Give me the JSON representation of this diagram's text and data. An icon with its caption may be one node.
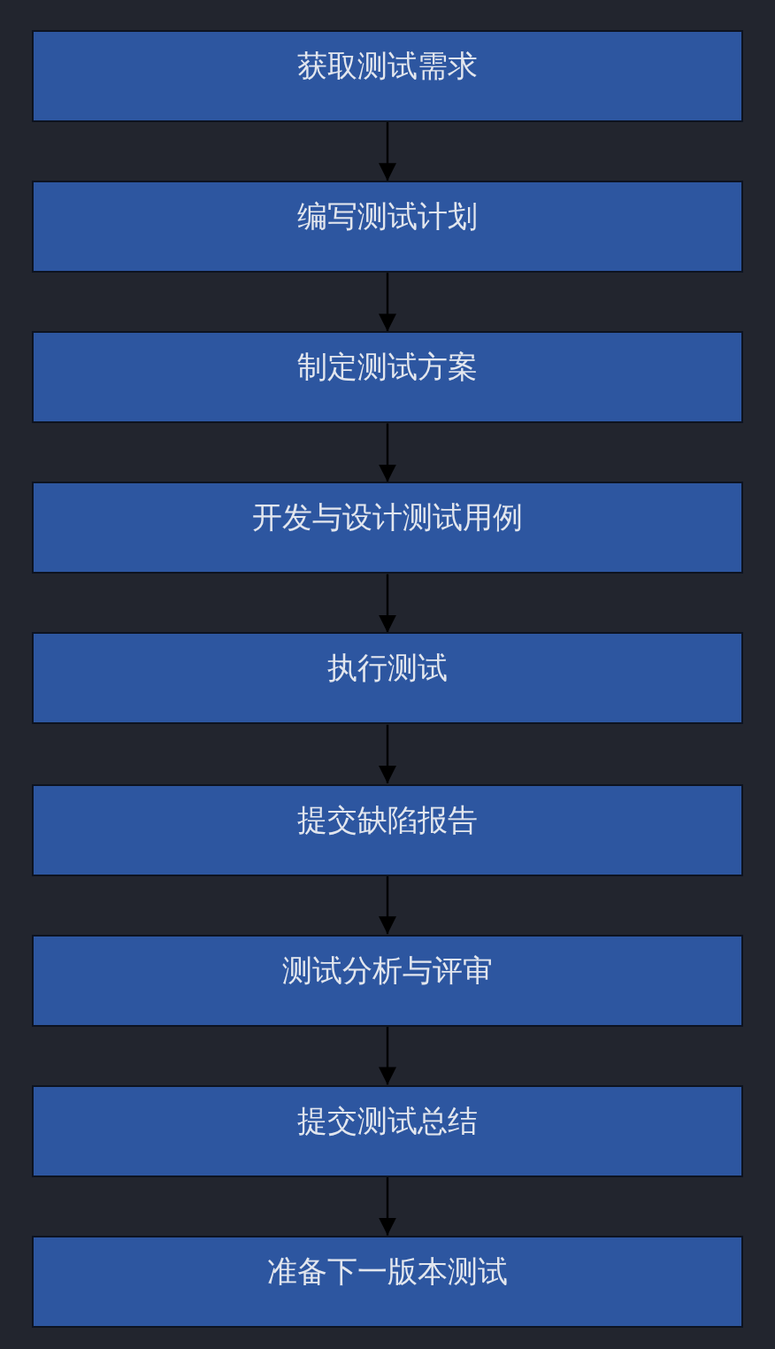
{
  "diagram": {
    "nodes": [
      {
        "text": [
          "获取测试需求"
        ]
      },
      {
        "text": [
          "编写测试计划"
        ]
      },
      {
        "text": [
          "制定测试方案"
        ]
      },
      {
        "text": [
          "开发与设计测试用例"
        ]
      },
      {
        "text": [
          "执行测试"
        ]
      },
      {
        "text": [
          "提交缺陷报告"
        ]
      },
      {
        "text": [
          "测试分析与评审"
        ]
      },
      {
        "text": [
          "提交测试总结"
        ]
      },
      {
        "text": [
          "准备下一版本测试"
        ]
      }
    ],
    "edges": [
      {
        "from": 0,
        "to": 1,
        "arrow": "to"
      },
      {
        "from": 1,
        "to": 2,
        "arrow": "to"
      },
      {
        "from": 2,
        "to": 3,
        "arrow": "to"
      },
      {
        "from": 3,
        "to": 4,
        "arrow": "to"
      },
      {
        "from": 4,
        "to": 5,
        "arrow": "to"
      },
      {
        "from": 5,
        "to": 6,
        "arrow": "to"
      },
      {
        "from": 6,
        "to": 7,
        "arrow": "to"
      },
      {
        "from": 7,
        "to": 8,
        "arrow": "to"
      }
    ]
  }
}
